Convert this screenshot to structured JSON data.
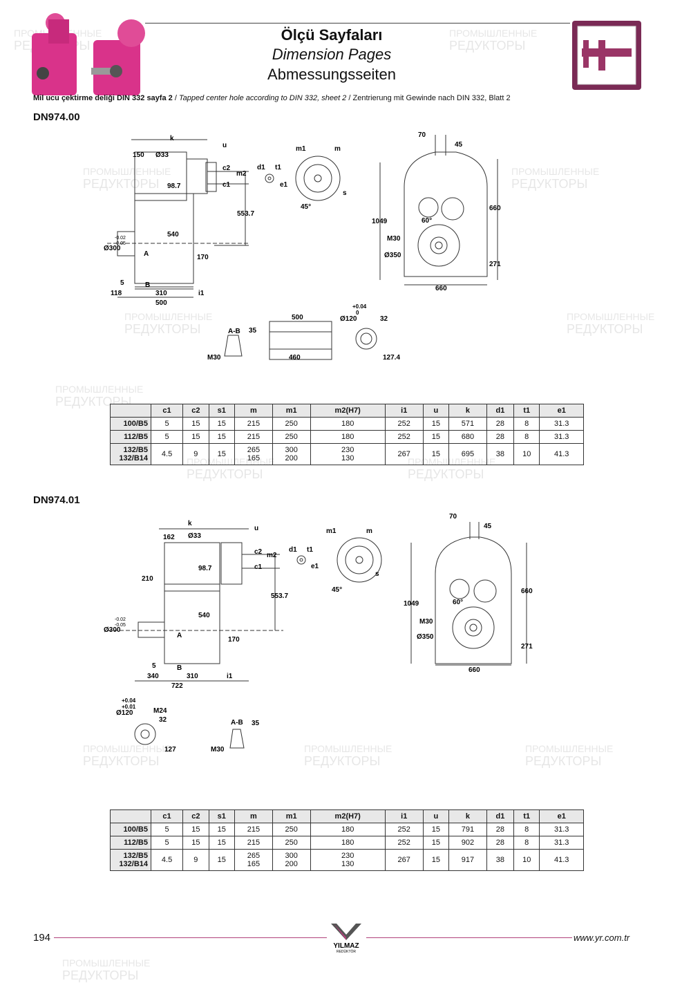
{
  "header": {
    "title_tr": "Ölçü Sayfaları",
    "title_en": "Dimension Pages",
    "title_de": "Abmessungsseiten",
    "subtitle_tr": "Mil ucu çektirme deliği DIN 332 sayfa 2",
    "subtitle_en": "Tapped center hole according to DIN 332, sheet 2",
    "subtitle_de": "Zentrierung mit Gewinde nach DIN 332, Blatt 2",
    "sep": "/"
  },
  "watermark": {
    "line1": "ПРОМЫШЛЕННЫЕ",
    "line2": "РЕДУКТОРЫ"
  },
  "section1": {
    "code": "DN974.00",
    "dims": {
      "k": "k",
      "d150": "150",
      "d33": "Ø33",
      "u": "u",
      "c2": "c2",
      "m2": "m2",
      "c1": "c1",
      "d987": "98.7",
      "d5537": "553.7",
      "d540": "540",
      "d300": "Ø300",
      "tol1": "-0.02",
      "tol2": "-0.05",
      "A": "A",
      "B": "B",
      "d170": "170",
      "d5": "5",
      "d118": "118",
      "d310": "310",
      "i1": "i1",
      "d500": "500",
      "m1": "m1",
      "m": "m",
      "d1": "d1",
      "t1": "t1",
      "e1": "e1",
      "s": "s",
      "a45": "45°",
      "d70": "70",
      "d45": "45",
      "d1049": "1049",
      "d660": "660",
      "a60": "60°",
      "M30": "M30",
      "d350": "Ø350",
      "d271": "271",
      "d660b": "660",
      "AB": "A-B",
      "d35": "35",
      "M30b": "M30",
      "s500": "500",
      "s460": "460",
      "d120": "Ø120",
      "tolp": "+0.04",
      "tol0": "0",
      "d32": "32",
      "d1274": "127.4"
    }
  },
  "table1": {
    "headers": [
      "c1",
      "c2",
      "s1",
      "m",
      "m1",
      "m2(H7)",
      "i1",
      "u",
      "k",
      "d1",
      "t1",
      "e1"
    ],
    "rows": [
      {
        "label": "100/B5",
        "cells": [
          "5",
          "15",
          "15",
          "215",
          "250",
          "180",
          "252",
          "15",
          "571",
          "28",
          "8",
          "31.3"
        ]
      },
      {
        "label": "112/B5",
        "cells": [
          "5",
          "15",
          "15",
          "215",
          "250",
          "180",
          "252",
          "15",
          "680",
          "28",
          "8",
          "31.3"
        ]
      }
    ],
    "last": {
      "label1": "132/B5",
      "label2": "132/B14",
      "c1": "4.5",
      "c2": "9",
      "s1": "15",
      "m_a": "265",
      "m_b": "165",
      "m1_a": "300",
      "m1_b": "200",
      "m2_a": "230",
      "m2_b": "130",
      "i1": "267",
      "u": "15",
      "k": "695",
      "d1": "38",
      "t1": "10",
      "e1": "41.3"
    }
  },
  "section2": {
    "code": "DN974.01",
    "dims": {
      "k": "k",
      "d162": "162",
      "d33": "Ø33",
      "u": "u",
      "c2": "c2",
      "m2": "m2",
      "c1": "c1",
      "d987": "98.7",
      "d210": "210",
      "d5537": "553.7",
      "d540": "540",
      "d300": "Ø300",
      "tol1": "-0.02",
      "tol2": "-0.05",
      "A": "A",
      "B": "B",
      "d170": "170",
      "d5": "5",
      "d340": "340",
      "d310": "310",
      "i1": "i1",
      "d722": "722",
      "m1": "m1",
      "m": "m",
      "d1": "d1",
      "t1": "t1",
      "e1": "e1",
      "s": "s",
      "a45": "45°",
      "d70": "70",
      "d45": "45",
      "d1049": "1049",
      "d660": "660",
      "a60": "60°",
      "M30": "M30",
      "d350": "Ø350",
      "d271": "271",
      "d660b": "660",
      "tolp1": "+0.04",
      "tolp2": "+0.01",
      "d120": "Ø120",
      "M24": "M24",
      "d32": "32",
      "d127": "127",
      "AB": "A-B",
      "d35": "35",
      "M30b": "M30"
    }
  },
  "table2": {
    "headers": [
      "c1",
      "c2",
      "s1",
      "m",
      "m1",
      "m2(H7)",
      "i1",
      "u",
      "k",
      "d1",
      "t1",
      "e1"
    ],
    "rows": [
      {
        "label": "100/B5",
        "cells": [
          "5",
          "15",
          "15",
          "215",
          "250",
          "180",
          "252",
          "15",
          "791",
          "28",
          "8",
          "31.3"
        ]
      },
      {
        "label": "112/B5",
        "cells": [
          "5",
          "15",
          "15",
          "215",
          "250",
          "180",
          "252",
          "15",
          "902",
          "28",
          "8",
          "31.3"
        ]
      }
    ],
    "last": {
      "label1": "132/B5",
      "label2": "132/B14",
      "c1": "4.5",
      "c2": "9",
      "s1": "15",
      "m_a": "265",
      "m_b": "165",
      "m1_a": "300",
      "m1_b": "200",
      "m2_a": "230",
      "m2_b": "130",
      "i1": "267",
      "u": "15",
      "k": "917",
      "d1": "38",
      "t1": "10",
      "e1": "41.3"
    }
  },
  "footer": {
    "page_number": "194",
    "brand": "YILMAZ",
    "brand_sub": "REDÜKTÖR",
    "url": "www.yr.com.tr"
  },
  "colors": {
    "accent": "#b0407a",
    "product": "#d9338a",
    "icon_border": "#7a2a55"
  },
  "icons": {
    "logo": "yilmaz-logo",
    "caliper": "caliper-icon",
    "product": "gearbox-photo"
  }
}
